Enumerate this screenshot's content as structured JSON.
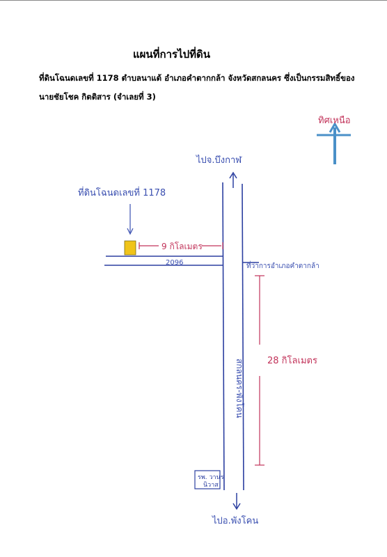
{
  "document": {
    "title": "แผนที่การไปที่ดิน",
    "description_line1": "ที่ดินโฉนดเลขที่ 1178 ตำบลนาแต้  อำเภอคำตากกล้า  จังหวัดสกลนคร  ซึ่งเป็นกรรมสิทธิ์ของ",
    "description_line2": "นายชัยโชค  กิตติสาร  (จำเลยที่ 3)"
  },
  "map": {
    "north_label": "ทิศเหนือ",
    "to_north": "ไปจ.บึงกาฬ",
    "to_south": "ไปอ.พังโคน",
    "land_label": "ที่ดินโฉนดเลขที่ 1178",
    "distance_west": "9 กิโลเมตร",
    "distance_south": "28 กิโลเมตร",
    "road_number": "2096",
    "district_office": "ที่ว่าการอำเภอคำตากล้า",
    "main_road": "สกลนคร-พังโคน",
    "hospital_line1": "รพ. วานร",
    "hospital_line2": "นิวาส",
    "colors": {
      "road": "#2b3fa0",
      "label_blue": "#3a4fb0",
      "label_red": "#c2335a",
      "north_arrow": "#4a90c8",
      "parcel": "#f0c419"
    }
  }
}
